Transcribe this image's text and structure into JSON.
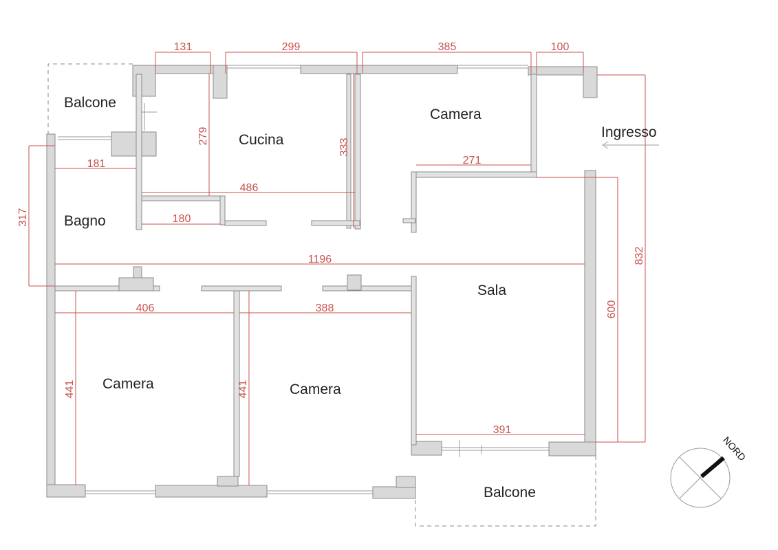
{
  "rooms": {
    "balcone_top": "Balcone",
    "cucina": "Cucina",
    "camera_top": "Camera",
    "ingresso": "Ingresso",
    "bagno": "Bagno",
    "sala": "Sala",
    "camera_left": "Camera",
    "camera_mid": "Camera",
    "balcone_bottom": "Balcone"
  },
  "dimensions": {
    "d131": "131",
    "d299": "299",
    "d385": "385",
    "d100": "100",
    "d279": "279",
    "d333": "333",
    "d181": "181",
    "d486": "486",
    "d271": "271",
    "d317": "317",
    "d180": "180",
    "d1196": "1196",
    "d832": "832",
    "d406": "406",
    "d388": "388",
    "d600": "600",
    "d441a": "441",
    "d441b": "441",
    "d391": "391"
  },
  "compass": {
    "label": "NORD"
  },
  "colors": {
    "dimension": "#c8534f",
    "wall": "#d9d9d9",
    "wall_stroke": "#8a8a8a"
  }
}
